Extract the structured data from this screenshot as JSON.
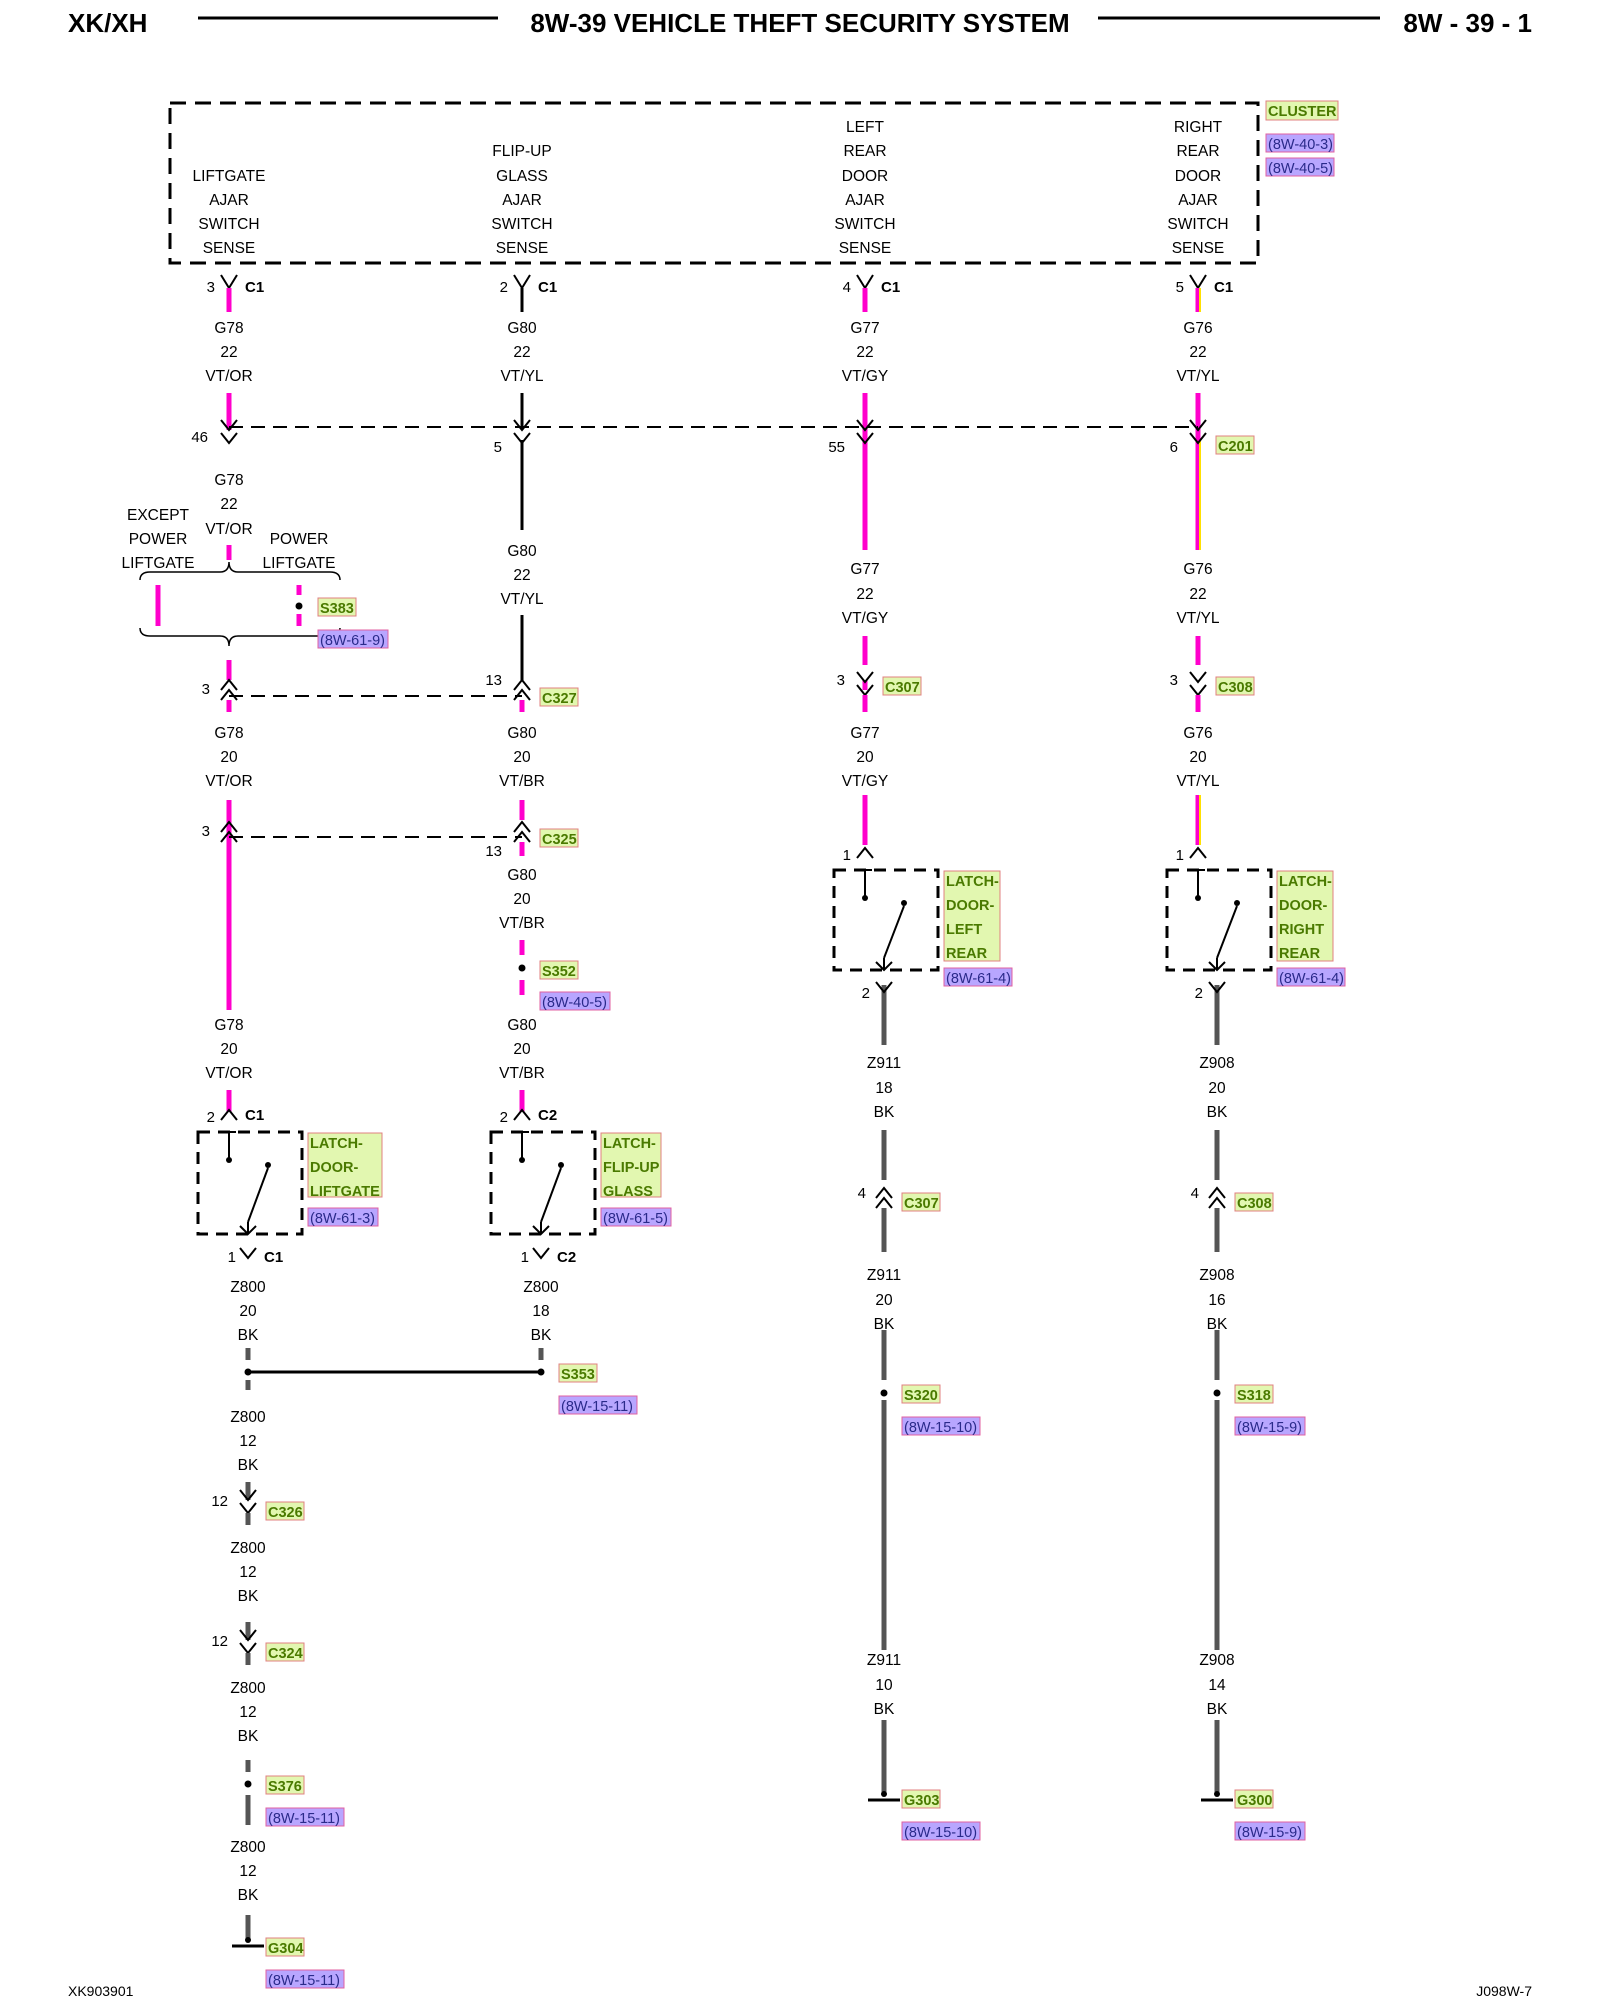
{
  "header": {
    "left": "XK/XH",
    "title": "8W-39 VEHICLE THEFT SECURITY SYSTEM",
    "right": "8W - 39 - 1"
  },
  "footer": {
    "left": "XK903901",
    "right": "J098W-7"
  },
  "colors": {
    "violet_wire": "#ff00cc",
    "orange_tracer": "#ffb000",
    "yellow_tracer": "#ffe000",
    "ground_wire": "#555555",
    "tag_fill": "#e2f7b0",
    "tag_border": "#e08080",
    "ref_fill": "#b8a6ff",
    "ref_border": "#e060a0"
  },
  "cluster": {
    "label": "CLUSTER",
    "refs": [
      "(8W-40-3)",
      "(8W-40-5)"
    ],
    "functions": [
      {
        "lines": [
          "LIFTGATE",
          "AJAR",
          "SWITCH",
          "SENSE"
        ]
      },
      {
        "lines": [
          "FLIP-UP",
          "GLASS",
          "AJAR",
          "SWITCH",
          "SENSE"
        ]
      },
      {
        "lines": [
          "LEFT",
          "REAR",
          "DOOR",
          "AJAR",
          "SWITCH",
          "SENSE"
        ]
      },
      {
        "lines": [
          "RIGHT",
          "REAR",
          "DOOR",
          "AJAR",
          "SWITCH",
          "SENSE"
        ]
      }
    ],
    "pins": [
      {
        "pin": "3",
        "conn": "C1"
      },
      {
        "pin": "2",
        "conn": "C1"
      },
      {
        "pin": "4",
        "conn": "C1"
      },
      {
        "pin": "5",
        "conn": "C1"
      }
    ]
  },
  "circuits": {
    "g78_top": [
      "G78",
      "22",
      "VT/OR"
    ],
    "g80_top": [
      "G80",
      "22",
      "VT/YL"
    ],
    "g77_top": [
      "G77",
      "22",
      "VT/GY"
    ],
    "g76_top": [
      "G76",
      "22",
      "VT/YL"
    ],
    "g78_mid": [
      "G78",
      "22",
      "VT/OR"
    ],
    "g80_mid": [
      "G80",
      "22",
      "VT/YL"
    ],
    "g77_mid": [
      "G77",
      "22",
      "VT/GY"
    ],
    "g76_mid": [
      "G76",
      "22",
      "VT/YL"
    ],
    "g78_low": [
      "G78",
      "20",
      "VT/OR"
    ],
    "g80_low": [
      "G80",
      "20",
      "VT/BR"
    ],
    "g77_low": [
      "G77",
      "20",
      "VT/GY"
    ],
    "g76_low": [
      "G76",
      "20",
      "VT/YL"
    ],
    "g80_s352": [
      "G80",
      "20",
      "VT/BR"
    ],
    "g78_bot": [
      "G78",
      "20",
      "VT/OR"
    ],
    "g80_bot": [
      "G80",
      "20",
      "VT/BR"
    ],
    "z800_a": [
      "Z800",
      "20",
      "BK"
    ],
    "z800_b": [
      "Z800",
      "18",
      "BK"
    ],
    "z800_c": [
      "Z800",
      "12",
      "BK"
    ],
    "z800_d": [
      "Z800",
      "12",
      "BK"
    ],
    "z800_e": [
      "Z800",
      "12",
      "BK"
    ],
    "z800_f": [
      "Z800",
      "12",
      "BK"
    ],
    "z911_a": [
      "Z911",
      "18",
      "BK"
    ],
    "z911_b": [
      "Z911",
      "20",
      "BK"
    ],
    "z911_c": [
      "Z911",
      "10",
      "BK"
    ],
    "z908_a": [
      "Z908",
      "20",
      "BK"
    ],
    "z908_b": [
      "Z908",
      "16",
      "BK"
    ],
    "z908_c": [
      "Z908",
      "14",
      "BK"
    ]
  },
  "options": {
    "except_power_liftgate": [
      "EXCEPT",
      "POWER",
      "LIFTGATE"
    ],
    "power_liftgate": [
      "POWER",
      "LIFTGATE"
    ]
  },
  "connectors": {
    "c201": {
      "label": "C201",
      "pins": [
        "46",
        "5",
        "55",
        "6"
      ]
    },
    "c327": {
      "label": "C327",
      "pins": [
        "3",
        "13"
      ]
    },
    "c325": {
      "label": "C325",
      "pins": [
        "3",
        "13"
      ]
    },
    "c307_top": {
      "label": "C307",
      "pin": "3"
    },
    "c308_top": {
      "label": "C308",
      "pin": "3"
    },
    "c307_bot": {
      "label": "C307",
      "pin": "4"
    },
    "c308_bot": {
      "label": "C308",
      "pin": "4"
    },
    "c326": {
      "label": "C326",
      "pin": "12"
    },
    "c324": {
      "label": "C324",
      "pin": "12"
    }
  },
  "splices": {
    "s383": {
      "label": "S383",
      "ref": "(8W-61-9)"
    },
    "s352": {
      "label": "S352",
      "ref": "(8W-40-5)"
    },
    "s353": {
      "label": "S353",
      "ref": "(8W-15-11)"
    },
    "s376": {
      "label": "S376",
      "ref": "(8W-15-11)"
    },
    "s320": {
      "label": "S320",
      "ref": "(8W-15-10)"
    },
    "s318": {
      "label": "S318",
      "ref": "(8W-15-9)"
    }
  },
  "grounds": {
    "g304": {
      "label": "G304",
      "ref": "(8W-15-11)"
    },
    "g303": {
      "label": "G303",
      "ref": "(8W-15-10)"
    },
    "g300": {
      "label": "G300",
      "ref": "(8W-15-9)"
    }
  },
  "switches": {
    "liftgate": {
      "lines": [
        "LATCH-",
        "DOOR-",
        "LIFTGATE"
      ],
      "ref": "(8W-61-3)",
      "pin_top": "2",
      "conn_top": "C1",
      "pin_bot": "1",
      "conn_bot": "C1"
    },
    "flipup": {
      "lines": [
        "LATCH-",
        "FLIP-UP",
        "GLASS"
      ],
      "ref": "(8W-61-5)",
      "pin_top": "2",
      "conn_top": "C2",
      "pin_bot": "1",
      "conn_bot": "C2"
    },
    "left_rear": {
      "lines": [
        "LATCH-",
        "DOOR-",
        "LEFT",
        "REAR"
      ],
      "ref": "(8W-61-4)",
      "pin_top": "1",
      "pin_bot": "2"
    },
    "right_rear": {
      "lines": [
        "LATCH-",
        "DOOR-",
        "RIGHT",
        "REAR"
      ],
      "ref": "(8W-61-4)",
      "pin_top": "1",
      "pin_bot": "2"
    }
  }
}
